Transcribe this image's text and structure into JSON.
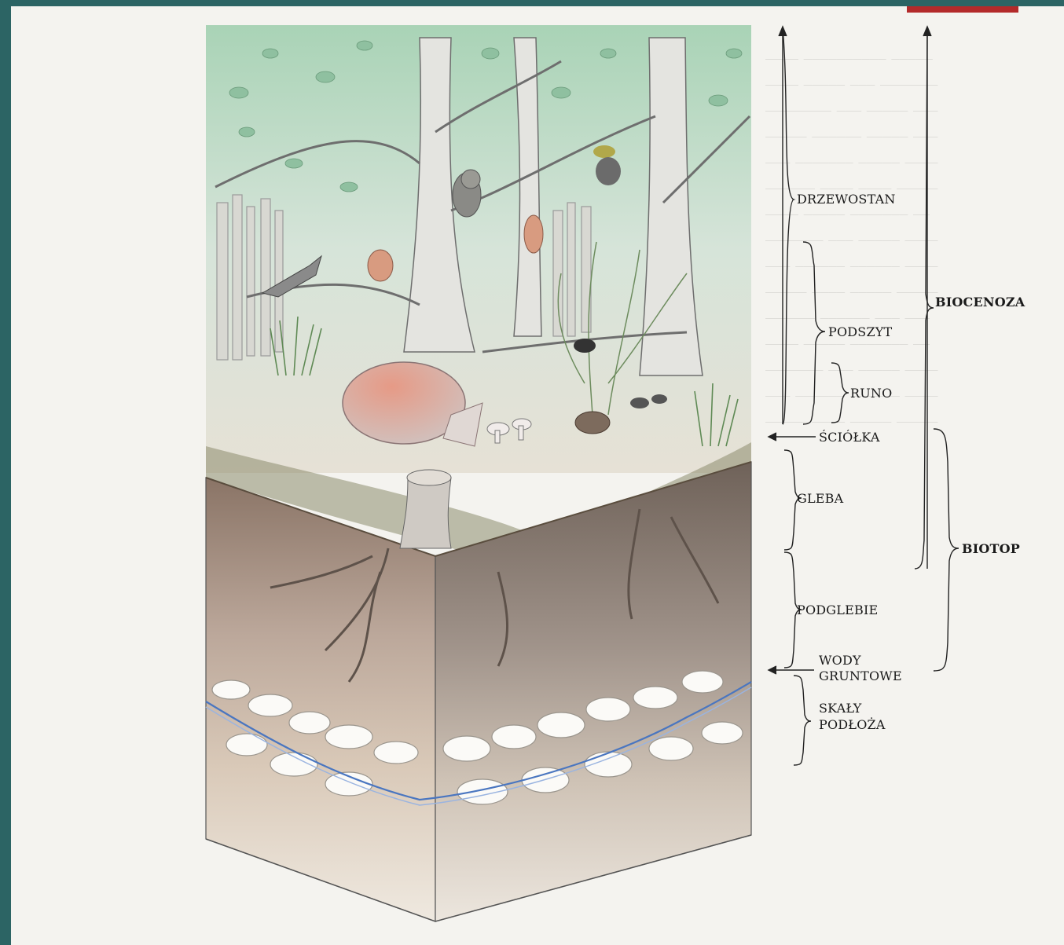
{
  "diagram": {
    "layers": {
      "drzewostan": "DRZEWOSTAN",
      "podszyt": "PODSZYT",
      "runo": "RUNO",
      "sciolka": "ŚCIÓŁKA",
      "gleba": "GLEBA",
      "podglebie": "PODGLEBIE",
      "wody_gruntowe_1": "WODY",
      "wody_gruntowe_2": "GRUNTOWE",
      "skaly_podloza_1": "SKAŁY",
      "skaly_podloza_2": "PODŁOŻA"
    },
    "groups": {
      "biocenoza": "BIOCENOZA",
      "biotop": "BIOTOP"
    }
  },
  "colors": {
    "background": "#2c6464",
    "page": "#f4f3ef",
    "accent": "#b32a2a",
    "foliage": "#8fc0a0",
    "soil": "#b8a79a",
    "water": "#4a76c0"
  }
}
